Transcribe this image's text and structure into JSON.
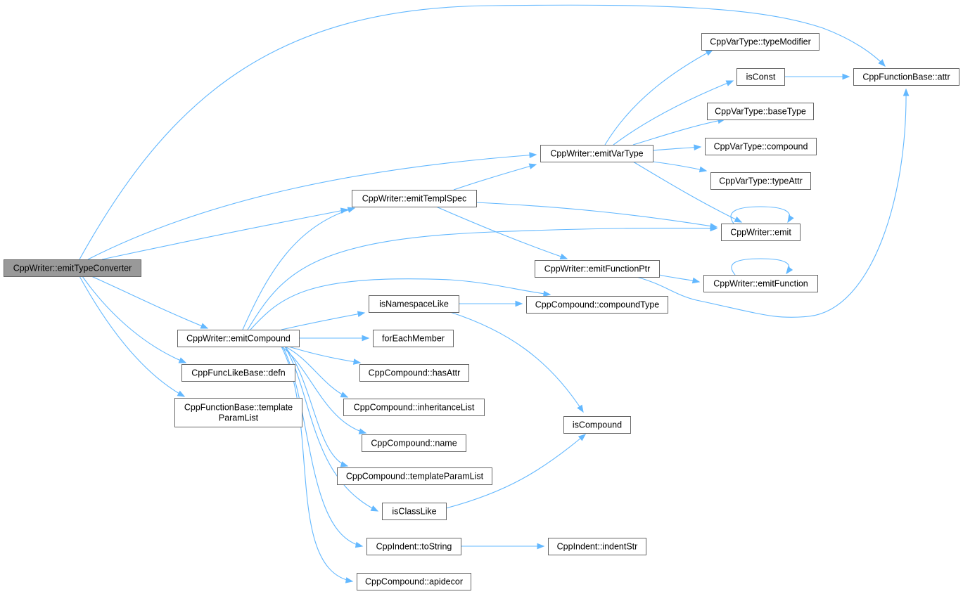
{
  "diagram": {
    "nodes": [
      {
        "id": "root",
        "lines": [
          "CppWriter::emitTypeConverter"
        ],
        "root": true
      },
      {
        "id": "emitCompound",
        "lines": [
          "CppWriter::emitCompound"
        ]
      },
      {
        "id": "defn",
        "lines": [
          "CppFuncLikeBase::defn"
        ]
      },
      {
        "id": "fbTemplParamList",
        "lines": [
          "CppFunctionBase::template",
          "ParamList"
        ]
      },
      {
        "id": "emitTemplSpec",
        "lines": [
          "CppWriter::emitTemplSpec"
        ]
      },
      {
        "id": "emitVarType",
        "lines": [
          "CppWriter::emitVarType"
        ]
      },
      {
        "id": "typeModifier",
        "lines": [
          "CppVarType::typeModifier"
        ]
      },
      {
        "id": "isConst",
        "lines": [
          "isConst"
        ]
      },
      {
        "id": "attr",
        "lines": [
          "CppFunctionBase::attr"
        ]
      },
      {
        "id": "baseType",
        "lines": [
          "CppVarType::baseType"
        ]
      },
      {
        "id": "vtCompound",
        "lines": [
          "CppVarType::compound"
        ]
      },
      {
        "id": "typeAttr",
        "lines": [
          "CppVarType::typeAttr"
        ]
      },
      {
        "id": "emit",
        "lines": [
          "CppWriter::emit"
        ]
      },
      {
        "id": "emitFunctionPtr",
        "lines": [
          "CppWriter::emitFunctionPtr"
        ]
      },
      {
        "id": "emitFunction",
        "lines": [
          "CppWriter::emitFunction"
        ]
      },
      {
        "id": "isNamespaceLike",
        "lines": [
          "isNamespaceLike"
        ]
      },
      {
        "id": "compoundType",
        "lines": [
          "CppCompound::compoundType"
        ]
      },
      {
        "id": "forEachMember",
        "lines": [
          "forEachMember"
        ]
      },
      {
        "id": "hasAttr",
        "lines": [
          "CppCompound::hasAttr"
        ]
      },
      {
        "id": "inheritanceList",
        "lines": [
          "CppCompound::inheritanceList"
        ]
      },
      {
        "id": "isCompound",
        "lines": [
          "isCompound"
        ]
      },
      {
        "id": "ccName",
        "lines": [
          "CppCompound::name"
        ]
      },
      {
        "id": "ccTemplParamList",
        "lines": [
          "CppCompound::templateParamList"
        ]
      },
      {
        "id": "isClassLike",
        "lines": [
          "isClassLike"
        ]
      },
      {
        "id": "toString",
        "lines": [
          "CppIndent::toString"
        ]
      },
      {
        "id": "indentStr",
        "lines": [
          "CppIndent::indentStr"
        ]
      },
      {
        "id": "apidecor",
        "lines": [
          "CppCompound::apidecor"
        ]
      }
    ],
    "edges": [
      {
        "from": "root",
        "to": "attr"
      },
      {
        "from": "root",
        "to": "emitVarType"
      },
      {
        "from": "root",
        "to": "emitTemplSpec"
      },
      {
        "from": "root",
        "to": "emitCompound"
      },
      {
        "from": "root",
        "to": "defn"
      },
      {
        "from": "root",
        "to": "fbTemplParamList"
      },
      {
        "from": "emitCompound",
        "to": "emitTemplSpec"
      },
      {
        "from": "emitCompound",
        "to": "emit"
      },
      {
        "from": "emitCompound",
        "to": "compoundType"
      },
      {
        "from": "emitCompound",
        "to": "isNamespaceLike"
      },
      {
        "from": "emitCompound",
        "to": "forEachMember"
      },
      {
        "from": "emitCompound",
        "to": "hasAttr"
      },
      {
        "from": "emitCompound",
        "to": "inheritanceList"
      },
      {
        "from": "emitCompound",
        "to": "ccName"
      },
      {
        "from": "emitCompound",
        "to": "ccTemplParamList"
      },
      {
        "from": "emitCompound",
        "to": "isClassLike"
      },
      {
        "from": "emitCompound",
        "to": "toString"
      },
      {
        "from": "emitCompound",
        "to": "apidecor"
      },
      {
        "from": "emitTemplSpec",
        "to": "emitVarType"
      },
      {
        "from": "emitTemplSpec",
        "to": "emit"
      },
      {
        "from": "emitTemplSpec",
        "to": "emitFunctionPtr"
      },
      {
        "from": "emitVarType",
        "to": "typeModifier"
      },
      {
        "from": "emitVarType",
        "to": "isConst"
      },
      {
        "from": "emitVarType",
        "to": "baseType"
      },
      {
        "from": "emitVarType",
        "to": "vtCompound"
      },
      {
        "from": "emitVarType",
        "to": "typeAttr"
      },
      {
        "from": "emitVarType",
        "to": "emit"
      },
      {
        "from": "isConst",
        "to": "attr"
      },
      {
        "from": "emit",
        "to": "emit"
      },
      {
        "from": "emitFunctionPtr",
        "to": "emitFunction"
      },
      {
        "from": "emitFunctionPtr",
        "to": "attr"
      },
      {
        "from": "emitFunction",
        "to": "emitFunction"
      },
      {
        "from": "isNamespaceLike",
        "to": "compoundType"
      },
      {
        "from": "isNamespaceLike",
        "to": "isCompound"
      },
      {
        "from": "isClassLike",
        "to": "isCompound"
      },
      {
        "from": "toString",
        "to": "indentStr"
      }
    ]
  }
}
